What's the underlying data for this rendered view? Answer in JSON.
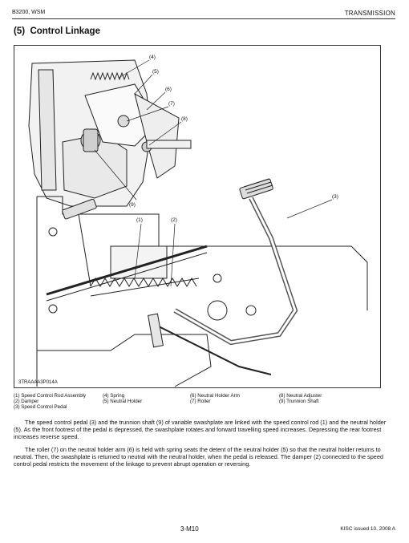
{
  "header": {
    "left": "B3200, WSM",
    "right": "TRANSMISSION"
  },
  "section_title": "(5)  Control Linkage",
  "figure": {
    "code": "3TRAAAA3P014A",
    "callouts": [
      "(1)",
      "(2)",
      "(3)",
      "(4)",
      "(5)",
      "(6)",
      "(7)",
      "(8)",
      "(9)"
    ]
  },
  "legend": {
    "columns": [
      [
        "(1) Speed Control Rod Assembly",
        "(2) Damper",
        "(3) Speed Control Pedal"
      ],
      [
        "(4) Spring",
        "(5) Neutral Holder"
      ],
      [
        "(6) Neutral Holder Arm",
        "(7) Roller"
      ],
      [
        "(8) Neutral Adjuster",
        "(9) Trunnion Shaft"
      ]
    ]
  },
  "paragraphs": [
    "The speed control pedal (3) and the trunnion shaft (9) of variable swashplate are linked with the speed control rod (1) and the neutral holder (5).  As the front footrest of the pedal is depressed, the swashplate rotates and forward travelling speed increases.  Depressing the rear footrest increases reverse speed.",
    "The roller (7) on the neutral holder arm (6) is held with spring seats the detent of the neutral holder (5) so that the neutral holder returns to neutral.  Then, the swashplate is returned to neutral with the neutral holder, when the pedal is released.  The damper (2) connected to the speed control pedal restricts the movement of the linkage to prevent abrupt operation or reversing."
  ],
  "footer": {
    "page": "3-M10",
    "issue": "KISC issued 10, 2008 A"
  }
}
